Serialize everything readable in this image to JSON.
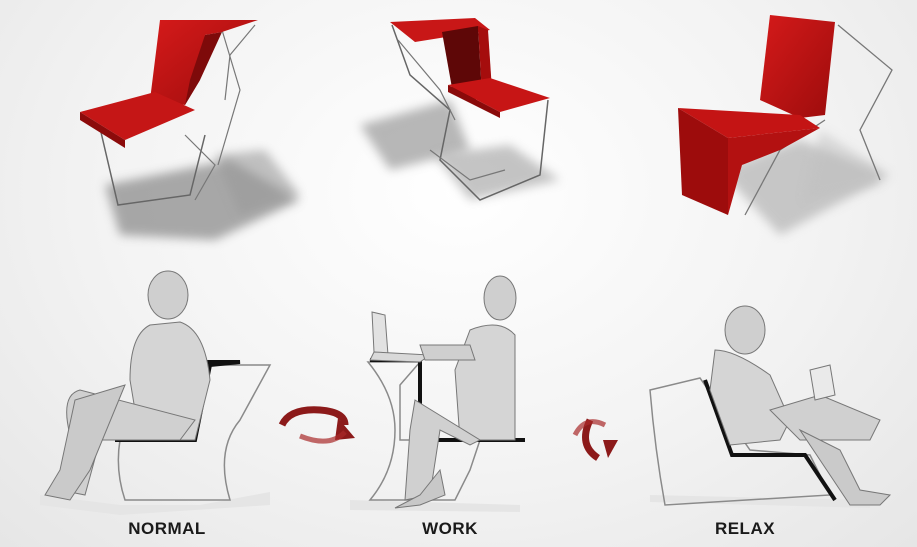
{
  "labels": {
    "normal": "NORMAL",
    "work": "WORK",
    "relax": "RELAX"
  },
  "colors": {
    "chair_red": "#c41414",
    "chair_red_dark": "#8e0b0b",
    "arrow_red": "#8c1a1a",
    "figure_gray": "#cfcfcf",
    "outline": "#555555",
    "shadow": "#9a9a9a"
  },
  "icons": [
    "rotate-arrow-icon",
    "rotate-arrow-icon"
  ]
}
